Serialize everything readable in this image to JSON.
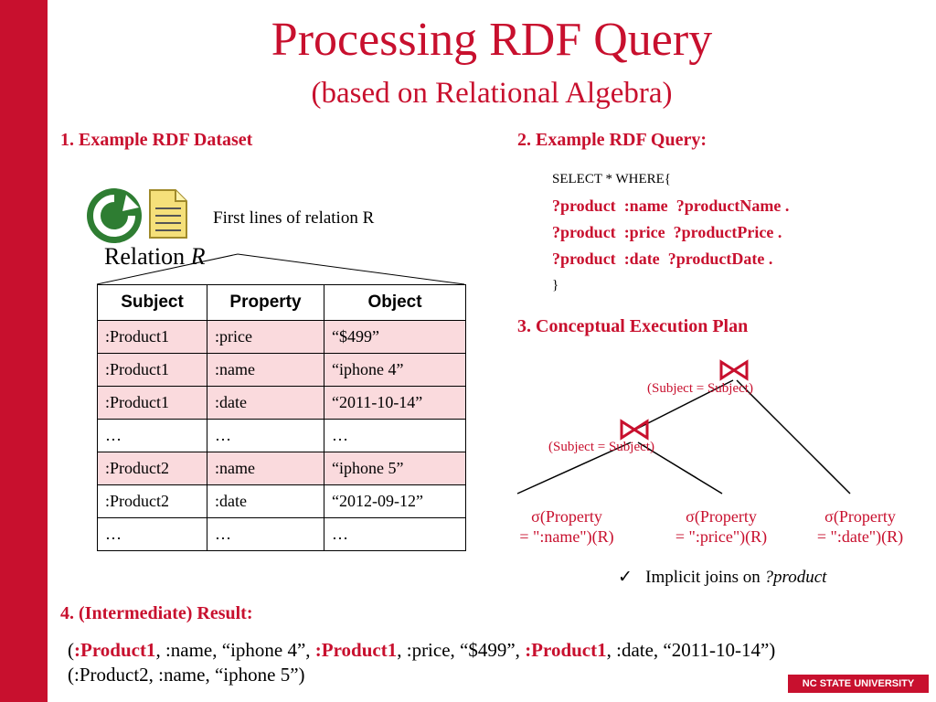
{
  "slide": {
    "title": "Processing RDF Query",
    "subtitle": "(based on Relational Algebra)"
  },
  "section1": {
    "heading": "1. Example RDF Dataset",
    "annotation": "First lines of relation R",
    "relation_prefix": "Relation",
    "relation_var": "R",
    "table": {
      "headers": [
        "Subject",
        "Property",
        "Object"
      ],
      "rows": [
        [
          ":Product1",
          ":price",
          "“$499”"
        ],
        [
          ":Product1",
          ":name",
          "“iphone 4”"
        ],
        [
          ":Product1",
          ":date",
          "“2011-10-14”"
        ],
        [
          "…",
          "…",
          "…"
        ],
        [
          ":Product2",
          ":name",
          "“iphone 5”"
        ],
        [
          ":Product2",
          ":date",
          "“2012-09-12”"
        ],
        [
          "…",
          "…",
          "…"
        ]
      ]
    }
  },
  "section2": {
    "heading": "2. Example RDF Query:",
    "select": "SELECT * WHERE{",
    "lines": [
      {
        "var": "?product",
        "prop": ":name",
        "obj": "?productName",
        "end": "."
      },
      {
        "var": "?product",
        "prop": ":price",
        "obj": "?productPrice",
        "end": "."
      },
      {
        "var": "?product",
        "prop": ":date",
        "obj": "?productDate",
        "end": "."
      }
    ],
    "close": "}"
  },
  "section3": {
    "heading": "3. Conceptual Execution Plan",
    "join_top": "(Subject = Subject)",
    "join_left": "(Subject = Subject)",
    "selections": [
      {
        "sigma": "σ",
        "line1": "(Property",
        "line2": "= \":name\")(R)"
      },
      {
        "sigma": "σ",
        "line1": "(Property",
        "line2": "= \":price\")(R)"
      },
      {
        "sigma": "σ",
        "line1": "(Property",
        "line2": "= \":date\")(R)"
      }
    ],
    "note_check": "✓",
    "note_text": "Implicit joins on",
    "note_var": "?product"
  },
  "section4": {
    "heading": "4. (Intermediate) Result:",
    "line1": {
      "open": "(",
      "p1": ":Product1",
      "t1": ", :name, “iphone 4”, ",
      "p2": ":Product1",
      "t2": ", :price, “$499”, ",
      "p3": ":Product1",
      "t3": ", :date, “2011-10-14”)"
    },
    "line2": "(:Product2, :name, “iphone 5”)"
  },
  "footer": {
    "logo": "NC STATE UNIVERSITY"
  },
  "colors": {
    "accent": "#c8102e",
    "table_highlight": "#fadadd"
  },
  "icons": [
    "refresh-icon",
    "document-icon",
    "join-icon",
    "check-icon"
  ]
}
